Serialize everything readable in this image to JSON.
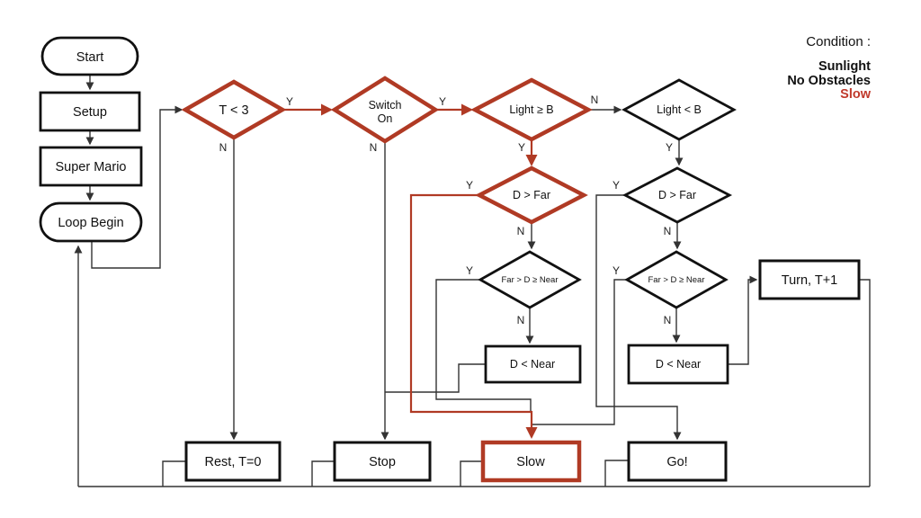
{
  "colors": {
    "highlight_red": "#b03a24",
    "legend_red": "#c0392b",
    "line_black": "#333333"
  },
  "legend": {
    "title": "Condition :",
    "conditions": [
      "Sunlight",
      "No Obstacles",
      "Slow"
    ]
  },
  "labels": {
    "yes": "Y",
    "no": "N"
  },
  "nodes": {
    "start": "Start",
    "setup": "Setup",
    "super_mario": "Super Mario",
    "loop_begin": "Loop Begin",
    "t_lt_3": "T < 3",
    "switch_on_line1": "Switch",
    "switch_on_line2": "On",
    "light_ge_b": "Light ≥ B",
    "light_lt_b": "Light < B",
    "d_gt_far_sun": "D > Far",
    "d_gt_far_shade": "D > Far",
    "far_gt_d_ge_near_sun": "Far > D ≥ Near",
    "far_gt_d_ge_near_shade": "Far > D ≥ Near",
    "d_lt_near_sun": "D < Near",
    "d_lt_near_shade": "D < Near",
    "turn": "Turn, T+1",
    "rest": "Rest, T=0",
    "stop": "Stop",
    "slow": "Slow",
    "go": "Go!"
  }
}
